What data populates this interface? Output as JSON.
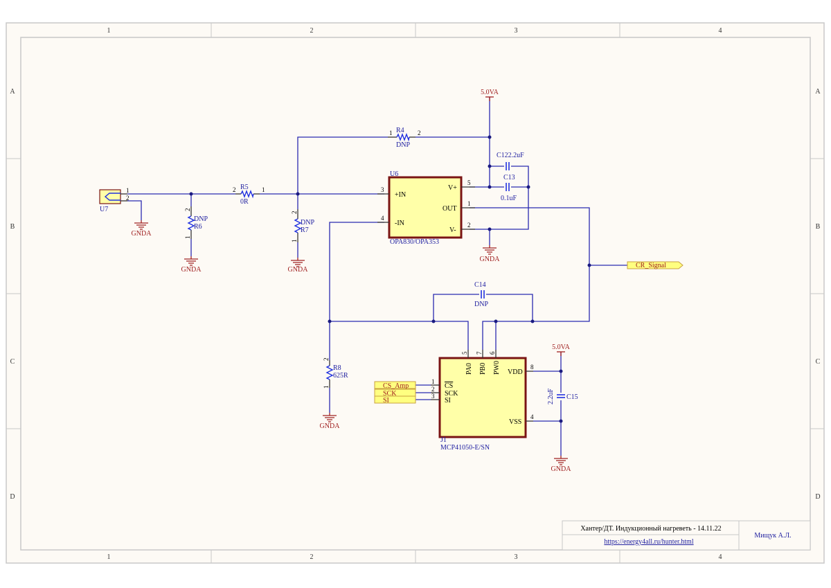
{
  "frame": {
    "columns": [
      "1",
      "2",
      "3",
      "4"
    ],
    "rows": [
      "A",
      "B",
      "C",
      "D"
    ]
  },
  "components": {
    "u7": {
      "ref": "U7",
      "pins": [
        "1",
        "2"
      ]
    },
    "r5": {
      "ref": "R5",
      "value": "0R",
      "pins": [
        "2",
        "1"
      ]
    },
    "r6": {
      "ref": "R6",
      "value": "DNP",
      "pins": [
        "2",
        "1"
      ]
    },
    "r7": {
      "ref": "R7",
      "value": "DNP",
      "pins": [
        "2",
        "1"
      ]
    },
    "r4": {
      "ref": "R4",
      "value": "DNP",
      "pins": [
        "1",
        "2"
      ]
    },
    "r8": {
      "ref": "R8",
      "value": "625R",
      "pins": [
        "2",
        "1"
      ]
    },
    "u6": {
      "ref": "U6",
      "part": "OPA830/OPA353",
      "pin_labels": {
        "inp": "+IN",
        "inn": "-IN",
        "vp": "V+",
        "out": "OUT",
        "vn": "V-"
      },
      "pins": {
        "inp": "3",
        "inn": "4",
        "vp": "5",
        "out": "1",
        "vn": "2"
      }
    },
    "c12": {
      "label": "C122.2uF"
    },
    "c13": {
      "ref": "C13",
      "value": "0.1uF"
    },
    "c14": {
      "ref": "C14",
      "value": "DNP"
    },
    "c15": {
      "ref": "C15",
      "value": "2.2uF"
    },
    "j1": {
      "ref": "J1",
      "part": "MCP41050-E/SN",
      "pin_labels": {
        "pa0": "PA0",
        "pb0": "PB0",
        "pw0": "PW0",
        "vdd": "VDD",
        "vss": "VSS",
        "cs": "CS",
        "sck": "SCK",
        "si": "SI"
      },
      "pins": {
        "pa0": "5",
        "pb0": "7",
        "pw0": "6",
        "vdd": "8",
        "vss": "4",
        "cs": "1",
        "sck": "2",
        "si": "3"
      }
    }
  },
  "power": {
    "vcc": "5.0VA",
    "gnd": "GNDA"
  },
  "nets": {
    "cr_signal": "CR_Signal",
    "cs_amp": "CS_Amp",
    "sck": "SCK",
    "si": "SI"
  },
  "title_block": {
    "title": "Хантер/ДТ. Индукционный нагреветь - 14.11.22",
    "url": "https://energy4all.ru/hunter.html",
    "author": "Мищук А.Л."
  },
  "colors": {
    "wire": "#2a2ab0",
    "part_outline": "#7a1414",
    "part_fill": "#ffffa8",
    "power": "#a02020"
  }
}
